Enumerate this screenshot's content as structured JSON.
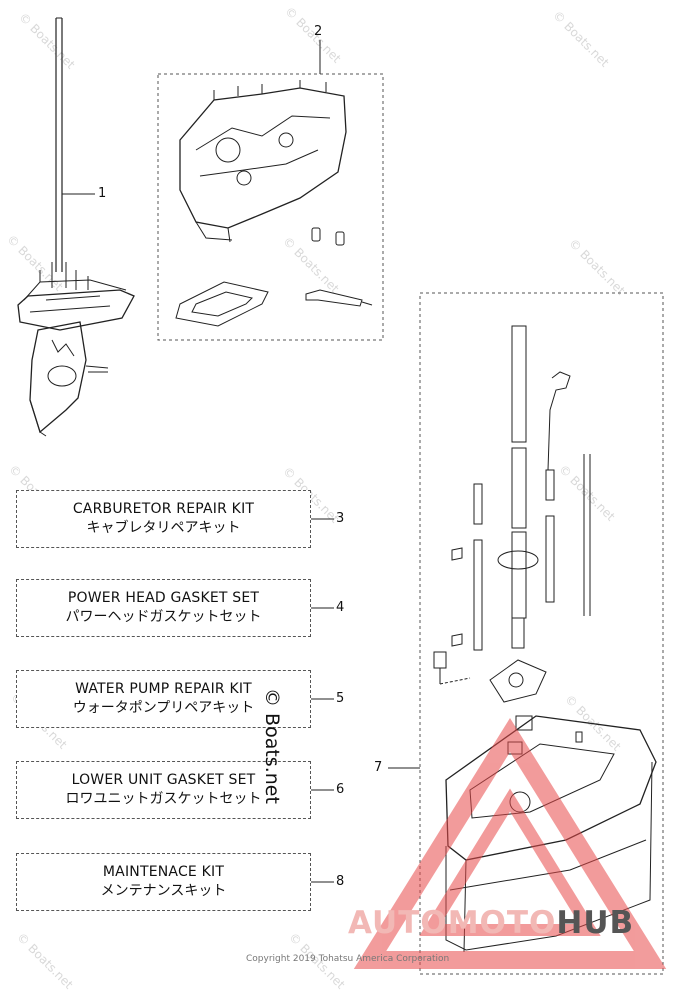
{
  "kits": [
    {
      "en": "CARBURETOR REPAIR KIT",
      "jp": "キャブレタリペアキット",
      "ref": "3"
    },
    {
      "en": "POWER HEAD GASKET SET",
      "jp": "パワーヘッドガスケットセット",
      "ref": "4"
    },
    {
      "en": "WATER PUMP REPAIR KIT",
      "jp": "ウォータポンプリペアキット",
      "ref": "5"
    },
    {
      "en": "LOWER UNIT GASKET SET",
      "jp": "ロワユニットガスケットセット",
      "ref": "6"
    },
    {
      "en": "MAINTENACE KIT",
      "jp": "メンテナンスキット",
      "ref": "8"
    }
  ],
  "callouts": {
    "n1": "1",
    "n2": "2",
    "n7": "7"
  },
  "watermark": {
    "text": "© Boats.net",
    "vertical": "© Boats.net"
  },
  "copyright": "Copyright 2019 Tohatsu America Corporation",
  "brand": {
    "part1": "AUTOMOTO",
    "part2": "HUB"
  },
  "colors": {
    "line": "#222222",
    "brand_red": "#e84a4a",
    "brand_gray": "#555555"
  }
}
